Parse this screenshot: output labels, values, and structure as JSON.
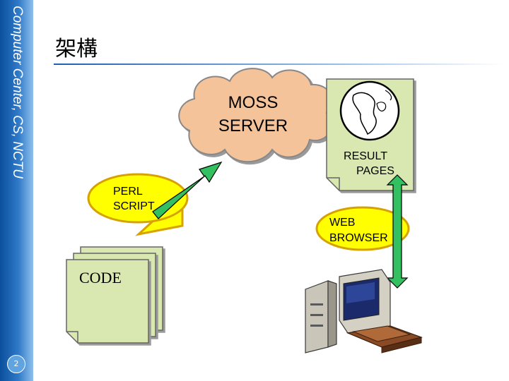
{
  "sidebar": {
    "text": "Computer Center, CS, NCTU",
    "page_number": "2"
  },
  "slide": {
    "title": "架構"
  },
  "diagram": {
    "server_label": [
      "MOSS",
      "SERVER"
    ],
    "result_label": [
      "RESULT",
      "PAGES"
    ],
    "perl_label": [
      "PERL",
      "SCRIPT"
    ],
    "browser_label": [
      "WEB",
      "BROWSER"
    ],
    "code_label": "CODE"
  },
  "colors": {
    "cloud_fill": "#f5c39a",
    "page_fill": "#d8e8b0",
    "bubble_fill": "#ffff00",
    "bubble_stroke": "#d6a200",
    "arrow_fill": "#33c060"
  },
  "icons": [
    "globe-icon",
    "computer-icon"
  ]
}
